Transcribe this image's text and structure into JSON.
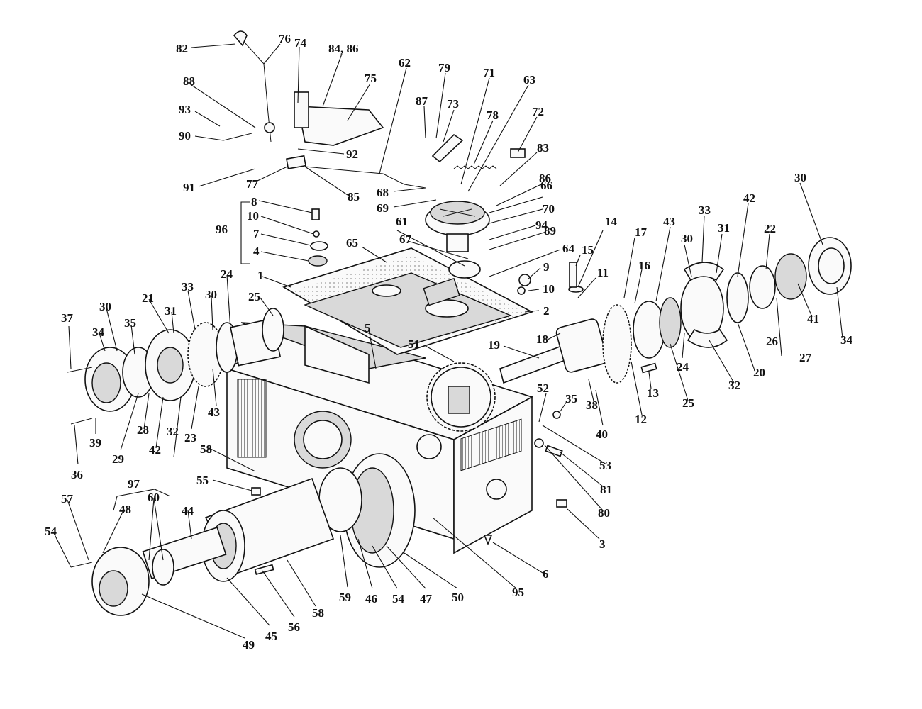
{
  "labels": {
    "l82": "82",
    "l76": "76",
    "l74": "74",
    "l84_86": "84, 86",
    "l62": "62",
    "l79": "79",
    "l71": "71",
    "l63": "63",
    "l75": "75",
    "l88": "88",
    "l93": "93",
    "l90": "90",
    "l87": "87",
    "l73": "73",
    "l78": "78",
    "l72": "72",
    "l83": "83",
    "l92": "92",
    "l91": "91",
    "l77": "77",
    "l85": "85",
    "l68": "68",
    "l69": "69",
    "l86": "86",
    "l66": "66",
    "l8": "8",
    "l10a": "10",
    "l7": "7",
    "l4": "4",
    "l96": "96",
    "l70": "70",
    "l94": "94",
    "l89": "89",
    "l61": "61",
    "l67": "67",
    "l65": "65",
    "l64": "64",
    "l1": "1",
    "l9": "9",
    "l10b": "10",
    "l15": "15",
    "l14": "14",
    "l17": "17",
    "l16": "16",
    "l11": "11",
    "l43a": "43",
    "l30a": "30",
    "l33a": "33",
    "l31a": "31",
    "l42a": "42",
    "l22": "22",
    "l30b": "30",
    "l26": "26",
    "l41": "41",
    "l27": "27",
    "l34a": "34",
    "l2": "2",
    "l24a": "24",
    "l25a": "25",
    "l33b": "33",
    "l30c": "30",
    "l21": "21",
    "l31b": "31",
    "l30d": "30",
    "l35a": "35",
    "l34b": "34",
    "l37": "37",
    "l5": "5",
    "l51": "51",
    "l19": "19",
    "l18": "18",
    "l24b": "24",
    "l25b": "25",
    "l13": "13",
    "l32a": "32",
    "l20": "20",
    "l36": "36",
    "l39": "39",
    "l29": "29",
    "l28": "28",
    "l42b": "42",
    "l32b": "32",
    "l23": "23",
    "l43b": "43",
    "l38": "38",
    "l40": "40",
    "l12": "12",
    "l52": "52",
    "l35b": "35",
    "l53": "53",
    "l58a": "58",
    "l81": "81",
    "l55": "55",
    "l80": "80",
    "l97": "97",
    "l57": "57",
    "l48": "48",
    "l60": "60",
    "l44": "44",
    "l54a": "54",
    "l3": "3",
    "l6": "6",
    "l59": "59",
    "l46": "46",
    "l54b": "54",
    "l47": "47",
    "l50": "50",
    "l95": "95",
    "l56": "56",
    "l58b": "58",
    "l45": "45",
    "l49": "49"
  }
}
